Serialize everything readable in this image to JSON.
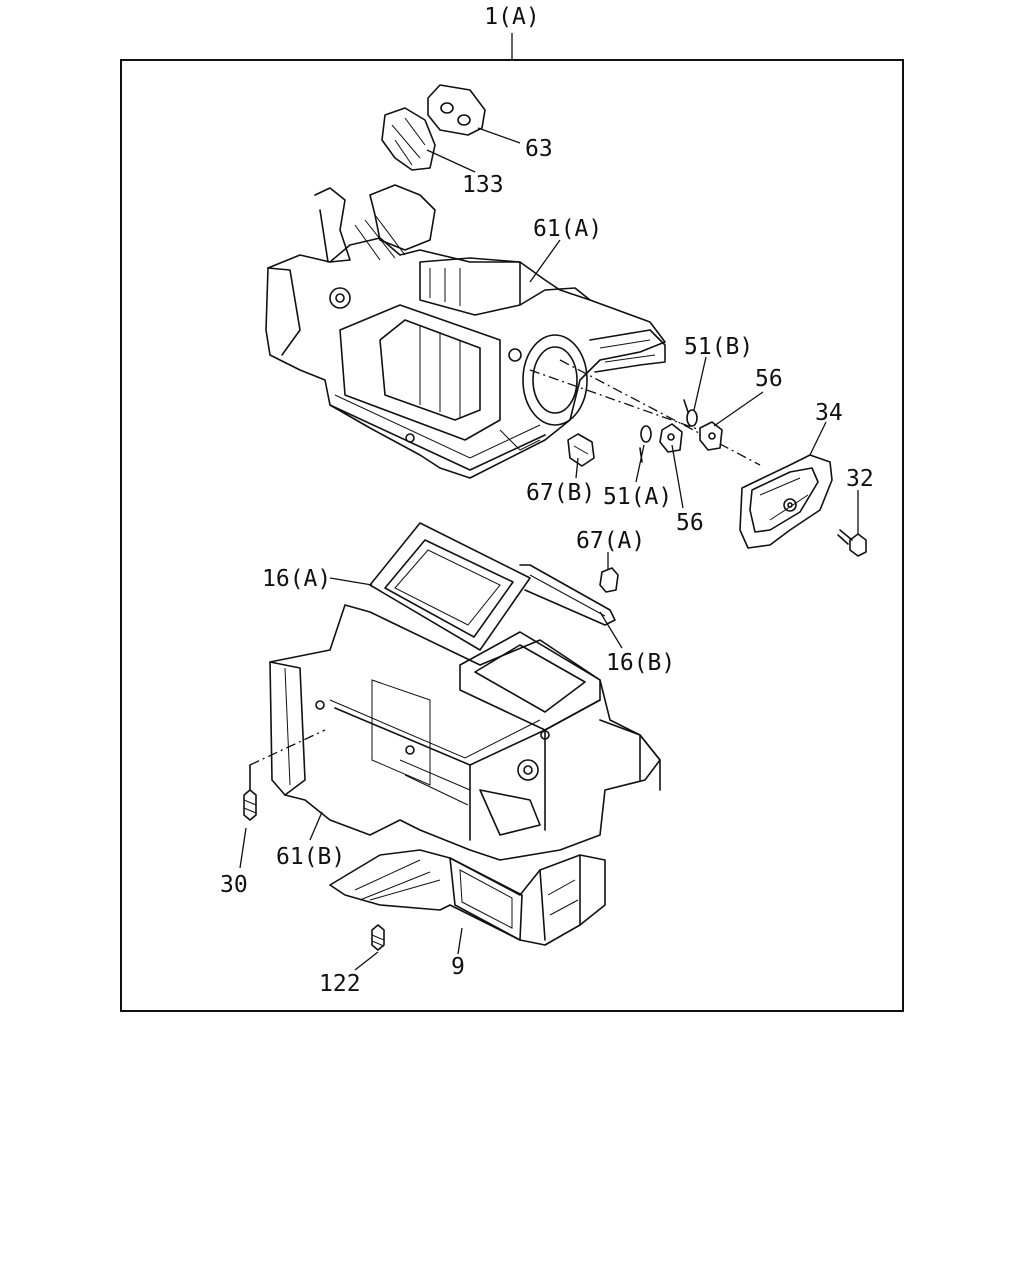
{
  "callouts": {
    "assembly": "1(A)",
    "p63": "63",
    "p133": "133",
    "p61a": "61(A)",
    "p51b": "51(B)",
    "p56_upper": "56",
    "p34": "34",
    "p32": "32",
    "p67b": "67(B)",
    "p51a": "51(A)",
    "p56_lower": "56",
    "p67a": "67(A)",
    "p16a": "16(A)",
    "p16b": "16(B)",
    "p30": "30",
    "p61b": "61(B)",
    "p122": "122",
    "p9": "9"
  }
}
